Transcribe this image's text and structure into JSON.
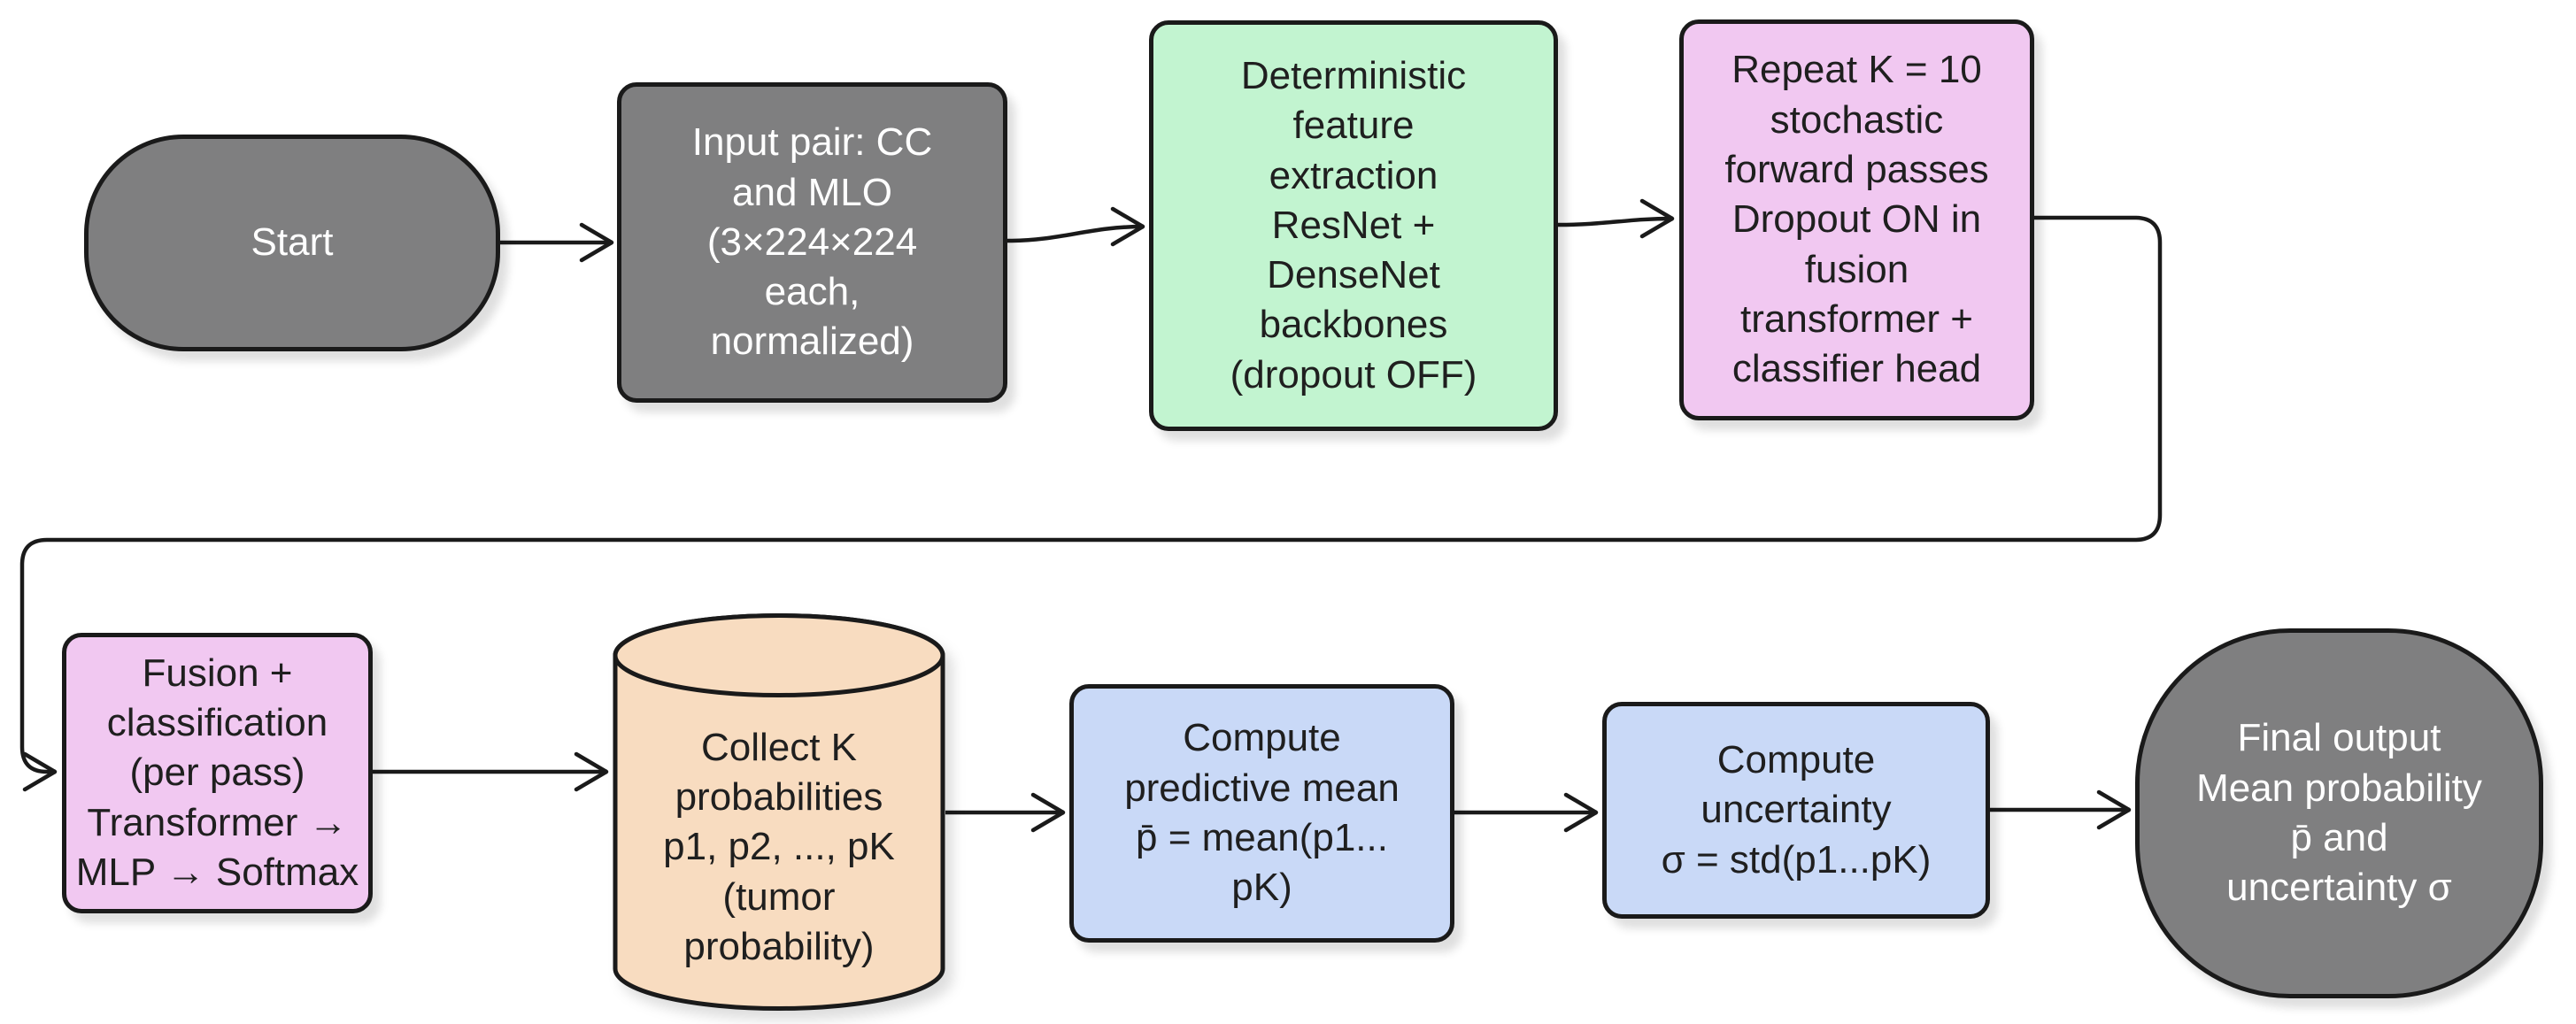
{
  "diagram": {
    "type": "flowchart",
    "description": "Monte Carlo dropout uncertainty pipeline for mammogram tumor classification, left-to-right over two rows",
    "colors": {
      "background": "#ffffff",
      "border": "#1a1a1a",
      "edge": "#1a1a1a",
      "node_gray": "#7f7f80",
      "node_green": "#c2f4d0",
      "node_pink": "#f1c8f1",
      "node_peach": "#f8dcc0",
      "node_blue": "#c9d9f7",
      "text_dark": "#1f1f1f",
      "text_light": "#ffffff"
    },
    "nodes": {
      "start": {
        "label": "Start",
        "shape": "stadium",
        "color_key": "node_gray"
      },
      "input": {
        "label": "Input pair: CC\nand MLO\n(3×224×224\neach,\nnormalized)",
        "shape": "rounded-rect",
        "color_key": "node_gray"
      },
      "extract": {
        "label": "Deterministic\nfeature\nextraction\nResNet +\nDenseNet\nbackbones\n(dropout OFF)",
        "shape": "rounded-rect",
        "color_key": "node_green"
      },
      "repeat": {
        "label": "Repeat K = 10\nstochastic\nforward passes\nDropout ON in\nfusion\ntransformer +\nclassifier head",
        "shape": "rounded-rect",
        "color_key": "node_pink"
      },
      "fusion": {
        "label": "Fusion +\nclassification\n(per pass)\nTransformer →\nMLP → Softmax",
        "shape": "rounded-rect",
        "color_key": "node_pink"
      },
      "collect": {
        "label": "Collect K\nprobabilities\np1, p2, ..., pK\n(tumor\nprobability)",
        "shape": "cylinder",
        "color_key": "node_peach"
      },
      "mean": {
        "label": "Compute\npredictive mean\np̄ = mean(p1...\npK)",
        "shape": "rounded-rect",
        "color_key": "node_blue"
      },
      "uncertainty": {
        "label": "Compute\nuncertainty\nσ = std(p1...pK)",
        "shape": "rounded-rect",
        "color_key": "node_blue"
      },
      "final": {
        "label": "Final output\nMean probability\np̄ and\nuncertainty σ",
        "shape": "circle",
        "color_key": "node_gray"
      }
    },
    "edges": [
      {
        "from": "start",
        "to": "input",
        "routing": "straight"
      },
      {
        "from": "input",
        "to": "extract",
        "routing": "straight"
      },
      {
        "from": "extract",
        "to": "repeat",
        "routing": "straight"
      },
      {
        "from": "repeat",
        "to": "fusion",
        "routing": "wrap-around-right-down-left"
      },
      {
        "from": "fusion",
        "to": "collect",
        "routing": "straight"
      },
      {
        "from": "collect",
        "to": "mean",
        "routing": "straight"
      },
      {
        "from": "mean",
        "to": "uncertainty",
        "routing": "straight"
      },
      {
        "from": "uncertainty",
        "to": "final",
        "routing": "straight"
      }
    ]
  }
}
